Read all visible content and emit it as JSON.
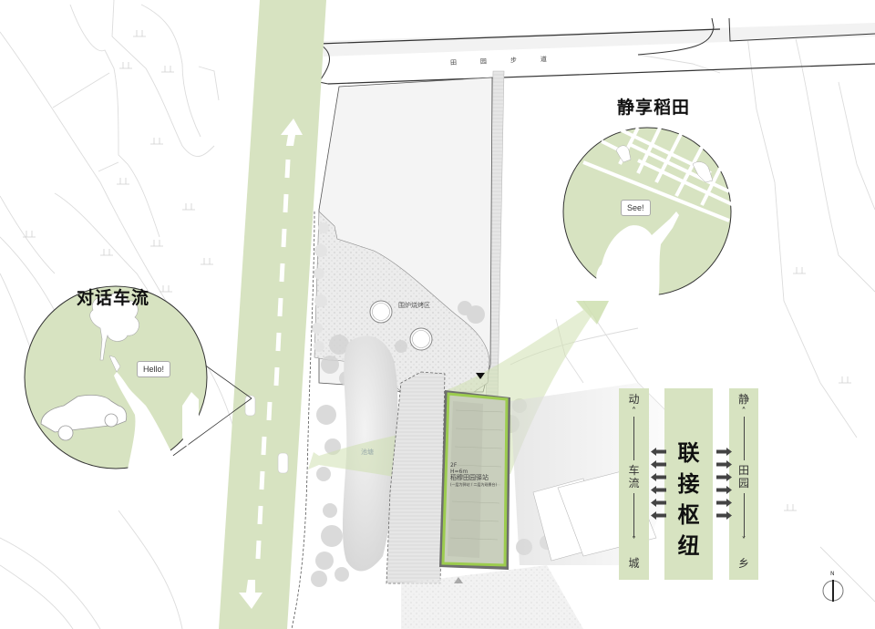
{
  "callouts": {
    "left": {
      "title": "对话车流",
      "bubble": "Hello!"
    },
    "right": {
      "title": "静享稻田",
      "bubble": "See!"
    }
  },
  "road": {
    "label": "田园步道"
  },
  "site_labels": {
    "bbq_area": "围炉烧烤区",
    "pond": "池塘",
    "building": {
      "floor": "2F",
      "height": "H=6m",
      "name": "稻穆田园驿站",
      "sub": "(一层为驿站 / 二层为观景台)"
    }
  },
  "diagram": {
    "left_column": {
      "top": "动",
      "middle": [
        "车",
        "流"
      ],
      "bottom": "城"
    },
    "center_column": [
      "联",
      "接",
      "枢",
      "纽"
    ],
    "right_column": {
      "top": "静",
      "middle": [
        "田",
        "园"
      ],
      "bottom": "乡"
    },
    "arrow_count": 6
  },
  "north_arrow": {
    "label": "N"
  },
  "colors": {
    "green_fill": "#d7e3c1",
    "green_bright": "#9ccc4e",
    "line_gray": "#d6d6d6",
    "dark": "#222222"
  }
}
